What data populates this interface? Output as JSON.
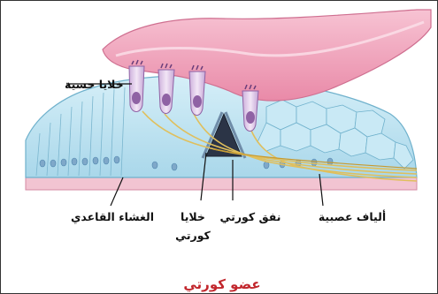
{
  "diagram": {
    "caption": "عضو كورتي",
    "labels": {
      "sensory_cells": "خلايا حسية",
      "basilar_membrane": "الغشاء القاعدي",
      "corti_cells_line1": "خلايا",
      "corti_cells_line2": "كورتي",
      "corti_tunnel": "نفق كورتي",
      "nerve_fibers": "ألياف عصبية"
    },
    "colors": {
      "tectorial_membrane": "#f0a5bd",
      "tissue": "#bfe3f1",
      "hair_cells": "#d9c3e4",
      "nerve_fibers": "#e3c468",
      "caption": "#c2272d"
    }
  }
}
